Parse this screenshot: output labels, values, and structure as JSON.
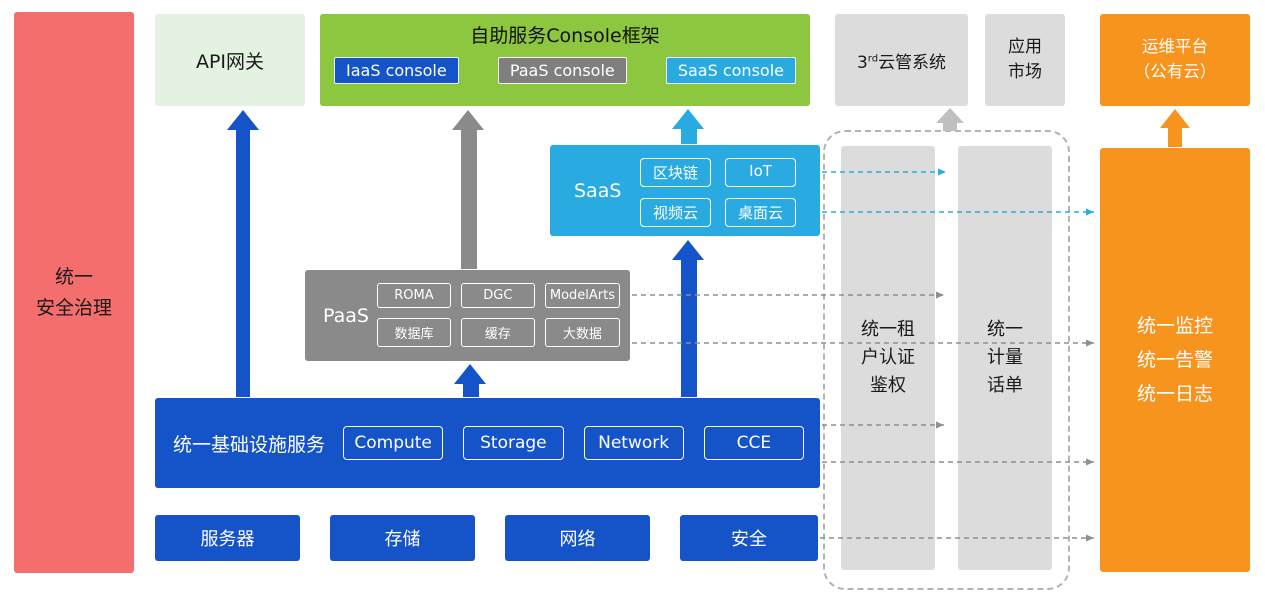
{
  "colors": {
    "red": "#F56E6E",
    "light_green": "#E4F2E2",
    "green": "#8DC63F",
    "blue": "#1453C8",
    "gray": "#8A8A8A",
    "light_gray": "#DCDCDC",
    "cyan": "#29ABE2",
    "orange": "#F7941E"
  },
  "security_bar": {
    "label": "统一\n安全治理"
  },
  "api_gateway": {
    "label": "API网关"
  },
  "console_frame": {
    "title": "自助服务Console框架",
    "iaas_console": "IaaS console",
    "paas_console": "PaaS console",
    "saas_console": "SaaS console"
  },
  "third_party_cloud": {
    "num": "3",
    "sup": "rd",
    "rest": "云管系统"
  },
  "app_market": {
    "label": "应用\n市场"
  },
  "ops_platform": {
    "label": "运维平台\n（公有云）"
  },
  "saas": {
    "label": "SaaS",
    "items": [
      "区块链",
      "IoT",
      "视频云",
      "桌面云"
    ]
  },
  "paas": {
    "label": "PaaS",
    "items": [
      "ROMA",
      "DGC",
      "ModelArts",
      "数据库",
      "缓存",
      "大数据"
    ]
  },
  "infra": {
    "label": "统一基础设施服务",
    "items": [
      "Compute",
      "Storage",
      "Network",
      "CCE"
    ]
  },
  "hardware": {
    "items": [
      "服务器",
      "存储",
      "网络",
      "安全"
    ]
  },
  "auth_column": {
    "label": "统一租\n户认证\n鉴权"
  },
  "metering_column": {
    "label": "统一\n计量\n话单"
  },
  "monitoring": {
    "label": "统一监控\n统一告警\n统一日志"
  }
}
